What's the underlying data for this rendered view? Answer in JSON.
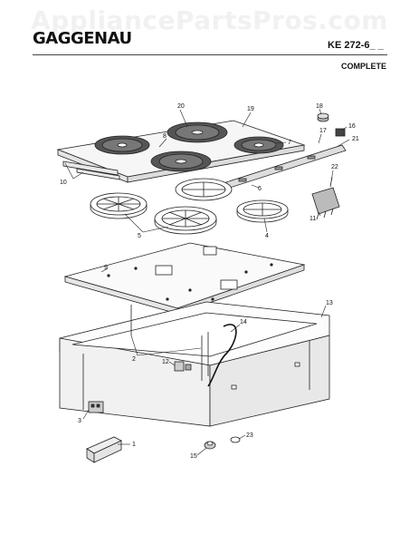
{
  "watermark": "AppliancePartsPros.com",
  "header": {
    "brand": "GAGGENAU",
    "model": "KE 272-6_ _",
    "subtitle": "COMPLETE"
  },
  "callouts": [
    "1",
    "2",
    "3",
    "4",
    "5",
    "6",
    "7",
    "8",
    "9",
    "10",
    "11",
    "12",
    "13",
    "14",
    "15",
    "16",
    "17",
    "18",
    "19",
    "20",
    "21",
    "22",
    "23"
  ]
}
